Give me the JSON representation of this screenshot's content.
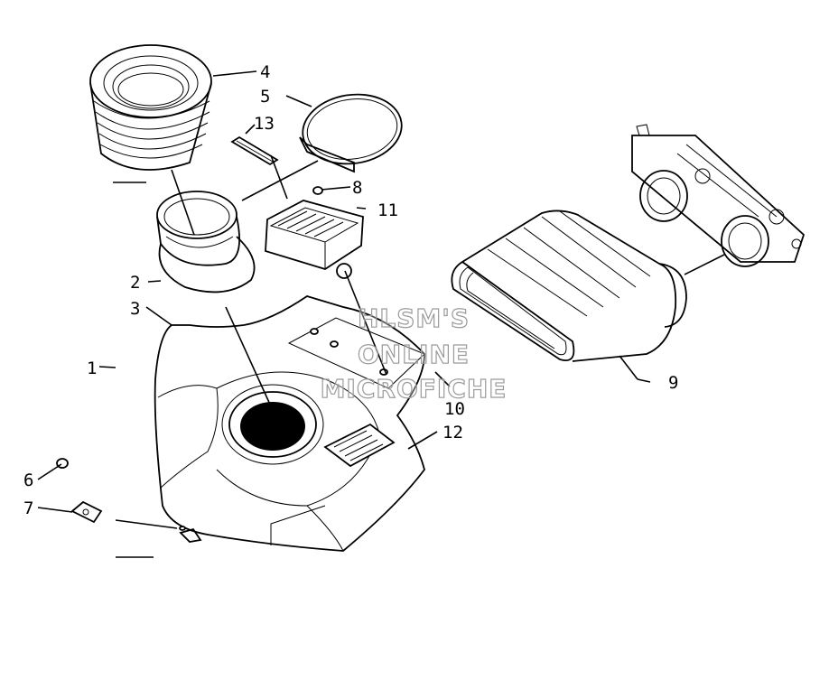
{
  "callouts": {
    "c1": "1",
    "c2": "2",
    "c3": "3",
    "c4": "4",
    "c5": "5",
    "c6": "6",
    "c7": "7",
    "c8": "8",
    "c9": "9",
    "c10": "10",
    "c11": "11",
    "c12": "12",
    "c13": "13"
  },
  "watermark": {
    "line1": "HLSM'S",
    "line2": "ONLINE",
    "line3": "MICROFICHE"
  }
}
